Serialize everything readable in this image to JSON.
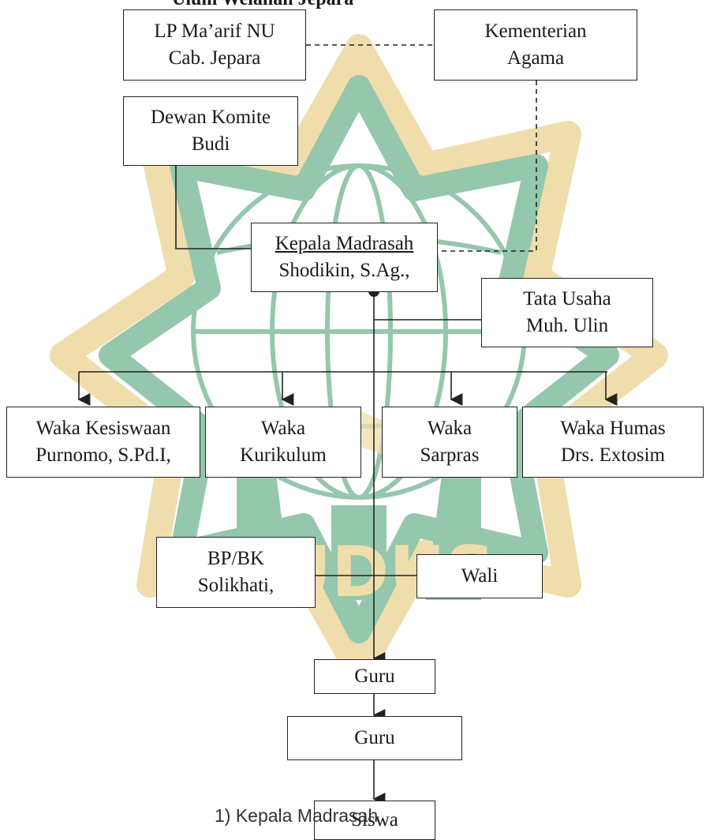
{
  "title_fragment": "Ulum Welahan Jepara",
  "watermark_text": "KUDUS",
  "colors": {
    "watermark_green": "#3f9a6a",
    "watermark_gold": "#e2c36a",
    "line": "#222222"
  },
  "nodes": {
    "lp_maarif": {
      "line1": "LP Ma’arif NU",
      "line2": "Cab. Jepara"
    },
    "kementerian": {
      "line1": "Kementerian",
      "line2": "Agama"
    },
    "dewan_komite": {
      "line1": "Dewan Komite",
      "line2": "Budi"
    },
    "kepala": {
      "line1": "Kepala Madrasah",
      "line2": "Shodikin, S.Ag.,"
    },
    "tata_usaha": {
      "line1": "Tata Usaha",
      "line2": "Muh. Ulin"
    },
    "waka_kesiswaan": {
      "line1": "Waka Kesiswaan",
      "line2": "Purnomo, S.Pd.I,"
    },
    "waka_kurikulum": {
      "line1": "Waka",
      "line2": "Kurikulum"
    },
    "waka_sarpras": {
      "line1": "Waka",
      "line2": "Sarpras"
    },
    "waka_humas": {
      "line1": "Waka Humas",
      "line2": "Drs. Extosim"
    },
    "bpbk": {
      "line1": "BP/BK",
      "line2": "Solikhati,"
    },
    "wali": {
      "line1": "Wali"
    },
    "guru1": {
      "line1": "Guru"
    },
    "guru2": {
      "line1": "Guru"
    },
    "siswa": {
      "line1": "Siswa"
    }
  },
  "footer_text": "1) Kepala Madrasah"
}
